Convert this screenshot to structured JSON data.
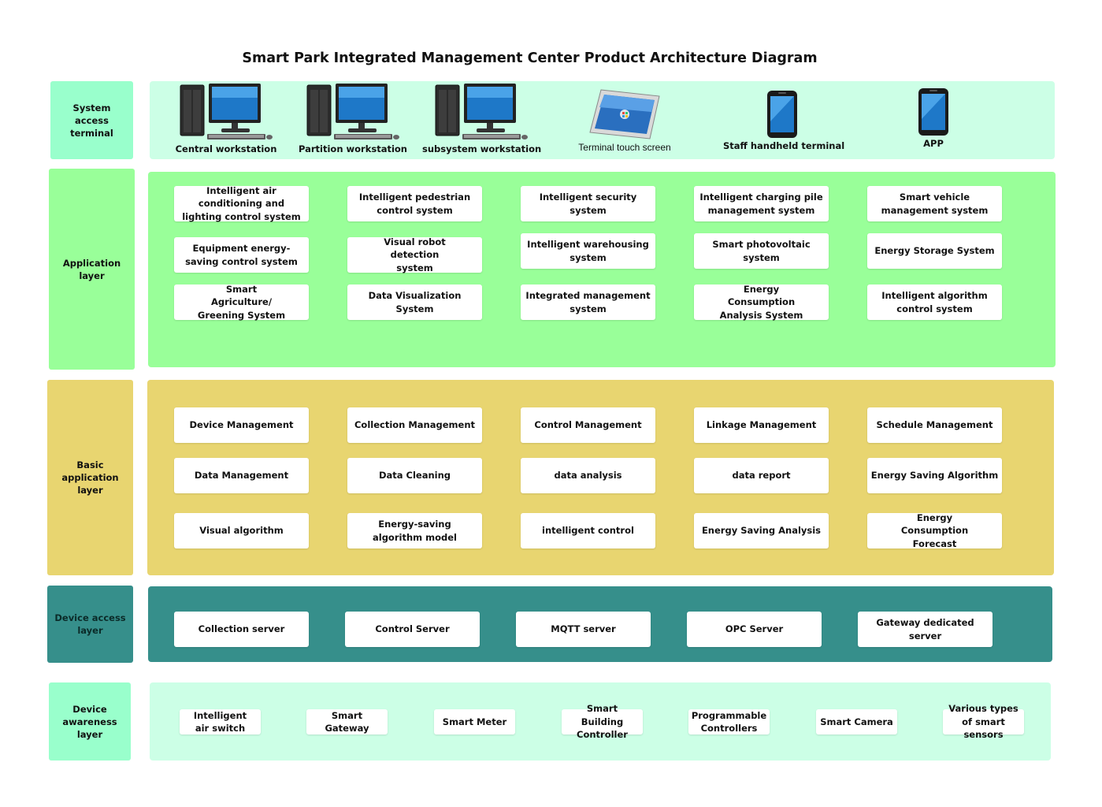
{
  "title": "Smart Park Integrated Management Center Product Architecture Diagram",
  "colors": {
    "terminal_panel": "#ccffe6",
    "terminal_label": "#99ffcc",
    "application": "#99ff99",
    "basic": "#e8d570",
    "device_access": "#368f8b",
    "awareness_panel": "#ccffe6",
    "awareness_label": "#99ffcc"
  },
  "layers": {
    "terminal": {
      "label": "System access terminal",
      "devices": [
        {
          "icon": "desktop-computer-icon",
          "caption": "Central workstation"
        },
        {
          "icon": "desktop-computer-icon",
          "caption": "Partition workstation"
        },
        {
          "icon": "desktop-computer-icon",
          "caption": "subsystem workstation"
        },
        {
          "icon": "tablet-icon",
          "caption": "Terminal touch screen"
        },
        {
          "icon": "smartphone-icon",
          "caption": "Staff handheld terminal"
        },
        {
          "icon": "smartphone-icon",
          "caption": "APP"
        }
      ]
    },
    "application": {
      "label": "Application layer",
      "items": [
        "Intelligent air conditioning and lighting control system",
        "Intelligent pedestrian control system",
        "Intelligent security system",
        "Intelligent charging pile management system",
        "Smart vehicle management system",
        "Equipment energy-saving control system",
        "Visual robot detection system",
        "Intelligent warehousing system",
        "Smart photovoltaic system",
        "Energy Storage System",
        "Smart Agriculture/ Greening System",
        "Data Visualization System",
        "Integrated management system",
        "Energy Consumption Analysis System",
        "Intelligent algorithm control system"
      ]
    },
    "basic": {
      "label": "Basic application layer",
      "items": [
        "Device Management",
        "Collection Management",
        "Control Management",
        "Linkage Management",
        "Schedule Management",
        "Data Management",
        "Data Cleaning",
        "data analysis",
        "data report",
        "Energy Saving Algorithm",
        "Visual algorithm",
        "Energy-saving algorithm model",
        "intelligent control",
        "Energy Saving Analysis",
        "Energy Consumption Forecast"
      ]
    },
    "device_access": {
      "label": "Device access layer",
      "items": [
        "Collection server",
        "Control Server",
        "MQTT server",
        "OPC Server",
        "Gateway dedicated server"
      ]
    },
    "awareness": {
      "label": "Device awareness layer",
      "items": [
        "Intelligent air switch",
        "Smart Gateway",
        "Smart Meter",
        "Smart Building Controller",
        "Programmable Controllers",
        "Smart Camera",
        "Various types of smart sensors"
      ]
    }
  }
}
